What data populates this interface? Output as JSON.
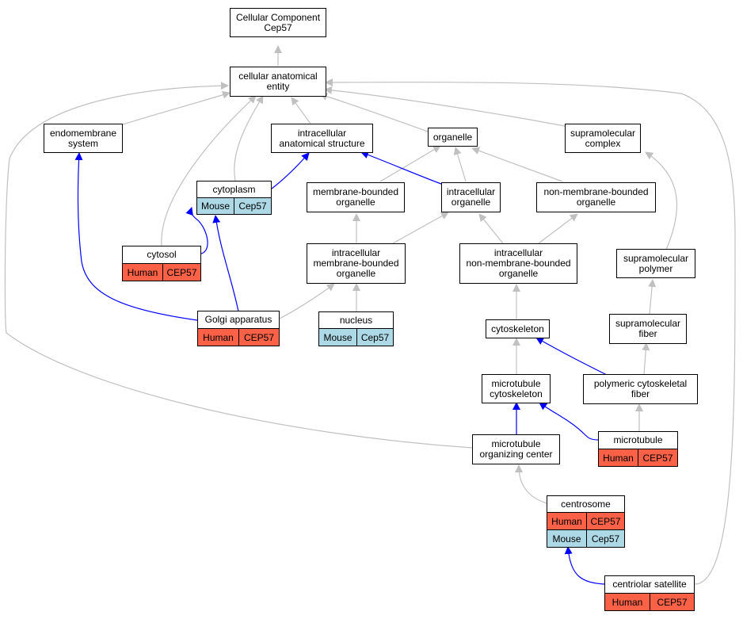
{
  "colors": {
    "is_a_edge": "#c0c0c0",
    "part_of_edge": "#0000ff",
    "human": "#fa6146",
    "mouse": "#add8e6",
    "node_border": "#000000"
  },
  "nodes": {
    "root": {
      "label": "Cellular Component\nCep57"
    },
    "cae": {
      "label": "cellular anatomical\nentity"
    },
    "endomembrane": {
      "label": "endomembrane\nsystem"
    },
    "ias": {
      "label": "intracellular\nanatomical structure"
    },
    "organelle": {
      "label": "organelle"
    },
    "supracomplex": {
      "label": "supramolecular\ncomplex"
    },
    "cytoplasm": {
      "label": "cytoplasm",
      "annotations": [
        {
          "species": "Mouse",
          "gene": "Cep57"
        }
      ]
    },
    "mbo": {
      "label": "membrane-bounded\norganelle"
    },
    "intraorg": {
      "label": "intracellular\norganelle"
    },
    "nmbo": {
      "label": "non-membrane-bounded\norganelle"
    },
    "cytosol": {
      "label": "cytosol",
      "annotations": [
        {
          "species": "Human",
          "gene": "CEP57"
        }
      ]
    },
    "imbo": {
      "label": "intracellular\nmembrane-bounded\norganelle"
    },
    "inmbo": {
      "label": "intracellular\nnon-membrane-bounded\norganelle"
    },
    "suprapolymer": {
      "label": "supramolecular\npolymer"
    },
    "golgi": {
      "label": "Golgi apparatus",
      "annotations": [
        {
          "species": "Human",
          "gene": "CEP57"
        }
      ]
    },
    "nucleus": {
      "label": "nucleus",
      "annotations": [
        {
          "species": "Mouse",
          "gene": "Cep57"
        }
      ]
    },
    "cytoskeleton": {
      "label": "cytoskeleton"
    },
    "suprafiber": {
      "label": "supramolecular\nfiber"
    },
    "mtcyto": {
      "label": "microtubule\ncytoskeleton"
    },
    "polycyto": {
      "label": "polymeric cytoskeletal\nfiber"
    },
    "mtoc": {
      "label": "microtubule\norganizing center"
    },
    "microtubule": {
      "label": "microtubule",
      "annotations": [
        {
          "species": "Human",
          "gene": "CEP57"
        }
      ]
    },
    "centrosome": {
      "label": "centrosome",
      "annotations": [
        {
          "species": "Human",
          "gene": "CEP57"
        },
        {
          "species": "Mouse",
          "gene": "Cep57"
        }
      ]
    },
    "centsat": {
      "label": "centriolar satellite",
      "annotations": [
        {
          "species": "Human",
          "gene": "CEP57"
        }
      ]
    }
  },
  "edges": [
    {
      "from": "cae",
      "to": "root",
      "type": "is_a"
    },
    {
      "from": "endomembrane",
      "to": "cae",
      "type": "is_a"
    },
    {
      "from": "ias",
      "to": "cae",
      "type": "is_a"
    },
    {
      "from": "organelle",
      "to": "cae",
      "type": "is_a"
    },
    {
      "from": "supracomplex",
      "to": "cae",
      "type": "is_a"
    },
    {
      "from": "cytoplasm",
      "to": "cae",
      "type": "is_a"
    },
    {
      "from": "cytosol",
      "to": "cae",
      "type": "is_a"
    },
    {
      "from": "mtoc",
      "to": "cae",
      "type": "is_a"
    },
    {
      "from": "centsat",
      "to": "cae",
      "type": "is_a"
    },
    {
      "from": "cytoplasm",
      "to": "ias",
      "type": "part_of"
    },
    {
      "from": "intraorg",
      "to": "ias",
      "type": "part_of"
    },
    {
      "from": "mbo",
      "to": "organelle",
      "type": "is_a"
    },
    {
      "from": "intraorg",
      "to": "organelle",
      "type": "is_a"
    },
    {
      "from": "nmbo",
      "to": "organelle",
      "type": "is_a"
    },
    {
      "from": "cytosol",
      "to": "cytoplasm",
      "type": "part_of"
    },
    {
      "from": "golgi",
      "to": "cytoplasm",
      "type": "part_of"
    },
    {
      "from": "golgi",
      "to": "endomembrane",
      "type": "part_of"
    },
    {
      "from": "imbo",
      "to": "mbo",
      "type": "is_a"
    },
    {
      "from": "imbo",
      "to": "intraorg",
      "type": "is_a"
    },
    {
      "from": "inmbo",
      "to": "intraorg",
      "type": "is_a"
    },
    {
      "from": "inmbo",
      "to": "nmbo",
      "type": "is_a"
    },
    {
      "from": "golgi",
      "to": "imbo",
      "type": "is_a"
    },
    {
      "from": "nucleus",
      "to": "imbo",
      "type": "is_a"
    },
    {
      "from": "cytoskeleton",
      "to": "inmbo",
      "type": "is_a"
    },
    {
      "from": "suprapolymer",
      "to": "supracomplex",
      "type": "is_a"
    },
    {
      "from": "suprafiber",
      "to": "suprapolymer",
      "type": "is_a"
    },
    {
      "from": "polycyto",
      "to": "suprafiber",
      "type": "is_a"
    },
    {
      "from": "polycyto",
      "to": "cytoskeleton",
      "type": "part_of"
    },
    {
      "from": "mtcyto",
      "to": "cytoskeleton",
      "type": "is_a"
    },
    {
      "from": "microtubule",
      "to": "polycyto",
      "type": "is_a"
    },
    {
      "from": "microtubule",
      "to": "mtcyto",
      "type": "part_of"
    },
    {
      "from": "mtoc",
      "to": "mtcyto",
      "type": "part_of"
    },
    {
      "from": "centrosome",
      "to": "mtoc",
      "type": "is_a"
    },
    {
      "from": "centsat",
      "to": "centrosome",
      "type": "part_of"
    }
  ]
}
